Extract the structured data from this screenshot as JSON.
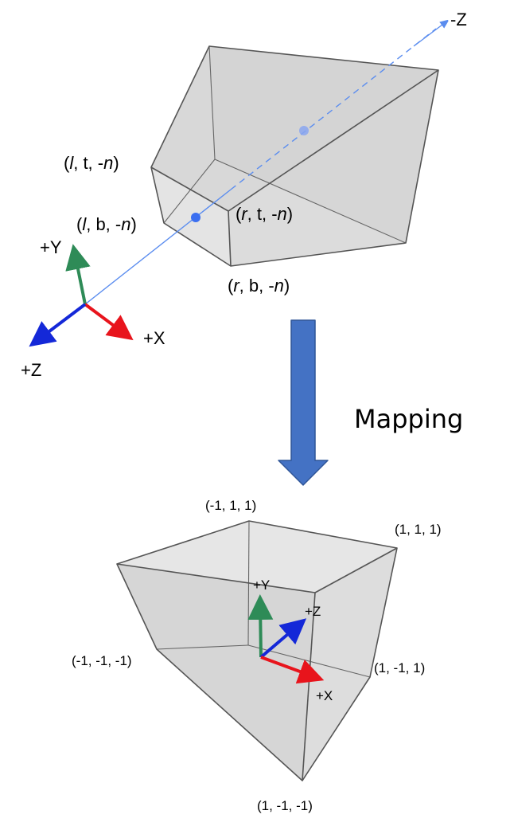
{
  "frustum": {
    "corner_ltn": {
      "open": "(",
      "l": "l",
      "rest": ", t, -",
      "n": "n",
      "close": ")"
    },
    "corner_lbn": {
      "open": "(",
      "l": "l",
      "rest": ", b, -",
      "n": "n",
      "close": ")"
    },
    "corner_rtn": {
      "open": "(",
      "r": "r",
      "rest": ", t, -",
      "n": "n",
      "close": ")"
    },
    "corner_rbn": {
      "open": "(",
      "r": "r",
      "rest": ", b, -",
      "n": "n",
      "close": ")"
    },
    "axis_neg_z": "-Z",
    "axis_pos_y": "+Y",
    "axis_pos_x": "+X",
    "axis_pos_z": "+Z"
  },
  "mapping_label": "Mapping",
  "cube": {
    "corner_top_back": "(-1, 1, 1)",
    "corner_top_right": "(1, 1, 1)",
    "corner_mid_right": "(1, -1, 1)",
    "corner_left": "(-1, -1, -1)",
    "corner_bottom": "(1, -1, -1)",
    "axis_pos_y": "+Y",
    "axis_pos_z": "+Z",
    "axis_pos_x": "+X"
  },
  "colors": {
    "x_axis": "#e8141c",
    "y_axis": "#2e8b57",
    "z_axis": "#1428d8",
    "camera_line": "#5b8def",
    "arrow_fill": "#4472c4",
    "face_fill": "#d6d6d6"
  }
}
